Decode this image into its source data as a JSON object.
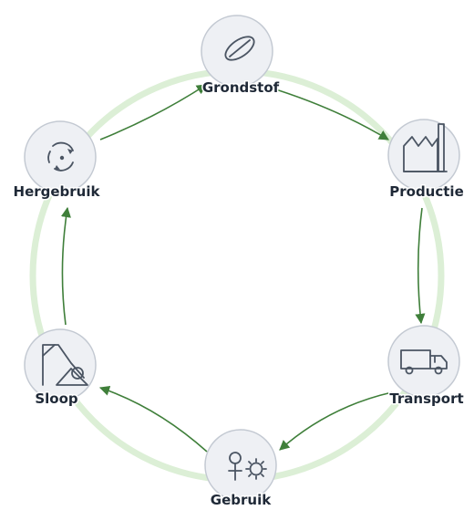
{
  "colors": {
    "ring": "#dcefd6",
    "arrow": "#3f7f3a",
    "node_fill": "#eef0f4",
    "node_stroke": "#c3c9d2",
    "icon": "#4b5563",
    "label": "#1f2937"
  },
  "nodes": [
    {
      "id": "grondstof",
      "label": "Grondstof",
      "icon": "leaf-icon"
    },
    {
      "id": "productie",
      "label": "Productie",
      "icon": "factory-icon"
    },
    {
      "id": "transport",
      "label": "Transport",
      "icon": "truck-icon"
    },
    {
      "id": "gebruik",
      "label": "Gebruik",
      "icon": "person-gear-icon"
    },
    {
      "id": "sloop",
      "label": "Sloop",
      "icon": "demolition-crane-icon"
    },
    {
      "id": "hergebruik",
      "label": "Hergebruik",
      "icon": "recycle-icon"
    }
  ],
  "edges": [
    {
      "from": "grondstof",
      "to": "productie"
    },
    {
      "from": "productie",
      "to": "transport"
    },
    {
      "from": "transport",
      "to": "gebruik"
    },
    {
      "from": "gebruik",
      "to": "sloop"
    },
    {
      "from": "sloop",
      "to": "hergebruik"
    },
    {
      "from": "hergebruik",
      "to": "grondstof"
    }
  ]
}
